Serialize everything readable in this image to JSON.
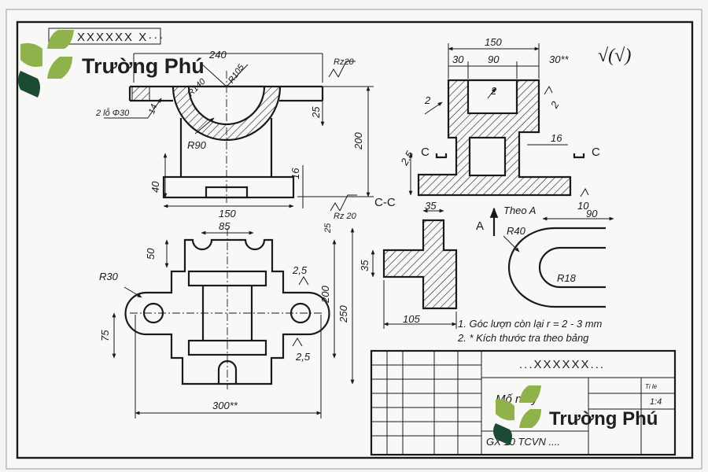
{
  "brand": {
    "name": "Trường Phú",
    "colors": {
      "leaf_light": "#8fb24a",
      "leaf_dark": "#1d4a32"
    }
  },
  "drawing": {
    "corner_label": "XXXXXX X···",
    "roughness_mark": "√(√)",
    "dims": {
      "d150_top": "150",
      "d30_left": "30",
      "d90": "90",
      "d30_right": "30**",
      "d240": "240",
      "rz20_top": "Rz20",
      "r140": "R140",
      "r105": "R105",
      "holes": "2 lỗ Φ30",
      "d14": "14",
      "d25": "25",
      "d200": "200",
      "r90": "R90",
      "d16_front": "16",
      "d40": "40",
      "d150_front": "150",
      "rz20_bottom": "Rz 20",
      "d2_a": "2",
      "d2_b": "2",
      "d2_c": "2",
      "d16_side": "16",
      "d25_side": "2.5",
      "section_c": "C",
      "d10": "10",
      "section_cc": "C-C",
      "d35_top": "35",
      "d35_side": "35",
      "d105": "105",
      "view_a": "A",
      "theo_a": "Theo A",
      "d90_a": "90",
      "r40": "R40",
      "r18": "R18",
      "d85": "85",
      "d50": "50",
      "r30": "R30",
      "d25_plan": "2,5",
      "d200_plan": "200",
      "d250": "250",
      "d75": "75",
      "d25_plan_b": "2,5",
      "d300": "300**",
      "d25_vert": "25"
    },
    "notes": [
      "1. Góc lượn còn lại r = 2 - 3 mm",
      "2. * Kích thước tra theo bảng"
    ],
    "title_block": {
      "title": "...XXXXXX...",
      "part_name": "Mố máy",
      "material": "GX 10 TCVN ....",
      "qty": "1:4",
      "small": "Ti le"
    }
  }
}
